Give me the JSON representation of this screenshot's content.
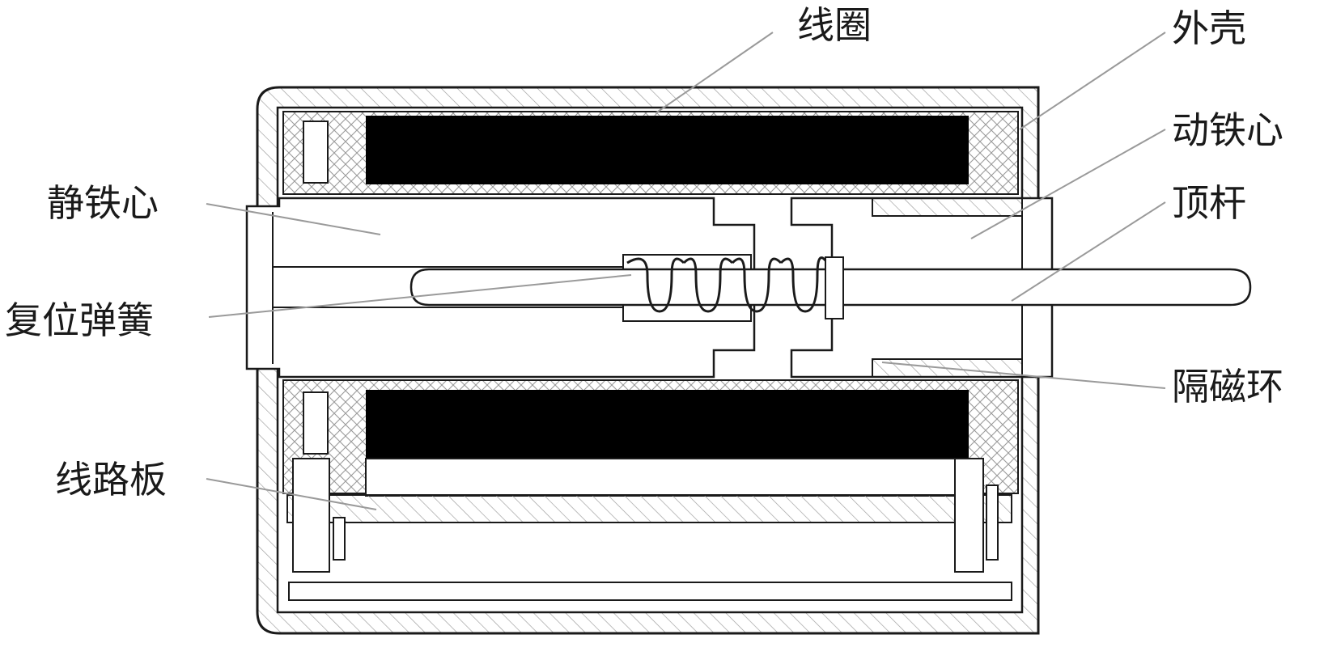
{
  "labels": {
    "coil": "线圈",
    "housing": "外壳",
    "moving_core": "动铁心",
    "static_core": "静铁心",
    "push_rod": "顶杆",
    "return_spring": "复位弹簧",
    "isolation_ring": "隔磁环",
    "circuit_board": "线路板"
  },
  "colors": {
    "line": "#1a1a1a",
    "hatch": "#9a9a9a",
    "leader": "#9a9a9a",
    "coil_fill": "#000000",
    "background": "#ffffff"
  }
}
